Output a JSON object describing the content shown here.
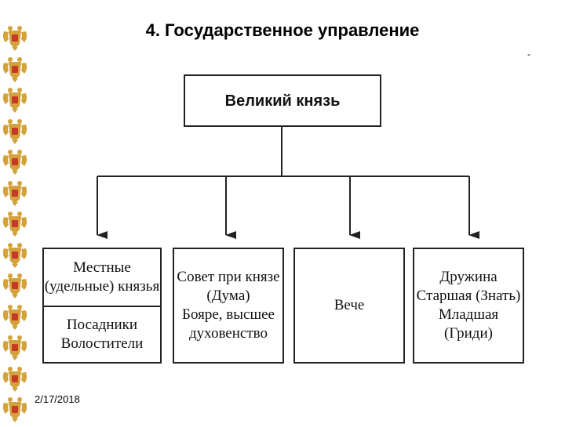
{
  "slide": {
    "title": "4. Государственное управление",
    "stray_mark": "-",
    "date": "2/17/2018"
  },
  "emblems": {
    "icon": "double-headed-eagle-emblem",
    "count": 13,
    "color_gold": "#d4a23a",
    "color_red": "#c63a2a"
  },
  "diagram": {
    "root": "Великий князь",
    "children": [
      {
        "id": "local-princes",
        "sections": [
          "Местные\n(удельные) князья",
          "Посадники\nВолостители"
        ]
      },
      {
        "id": "council",
        "sections": [
          "Совет при князе\n(Дума)\nБояре, высшее\nдуховенство"
        ]
      },
      {
        "id": "veche",
        "sections": [
          "Вече"
        ]
      },
      {
        "id": "druzhina",
        "sections": [
          "Дружина\nСтаршая (Знать)\nМладшая\n(Гриди)"
        ]
      }
    ]
  }
}
